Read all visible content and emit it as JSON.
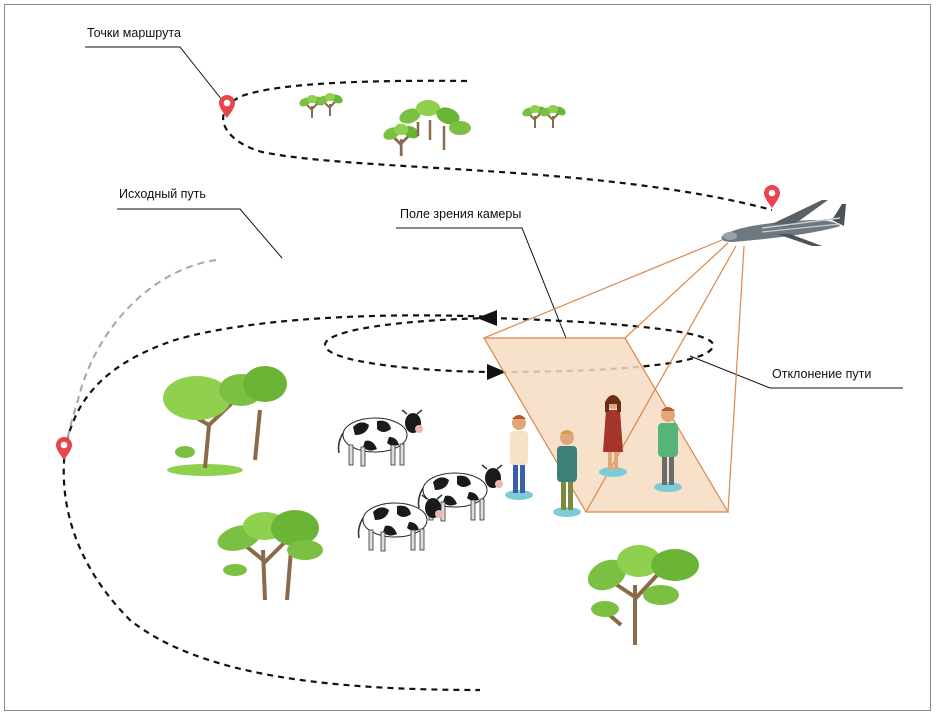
{
  "labels": {
    "waypoints": "Точки маршрута",
    "original_path": "Исходный путь",
    "camera_fov": "Поле зрения камеры",
    "path_deviation": "Отклонение пути"
  },
  "colors": {
    "route": "#111111",
    "original_path": "#a6a6a6",
    "fov_edges": "#d9874c",
    "fov_fill": "#f6dcc2",
    "marker": "#e8454d",
    "foliage": "#7cc043",
    "trunk": "#8a6a4a"
  },
  "icons": [
    "map-marker-icon",
    "drone-icon",
    "tree-icon",
    "cow-icon",
    "person-icon"
  ]
}
